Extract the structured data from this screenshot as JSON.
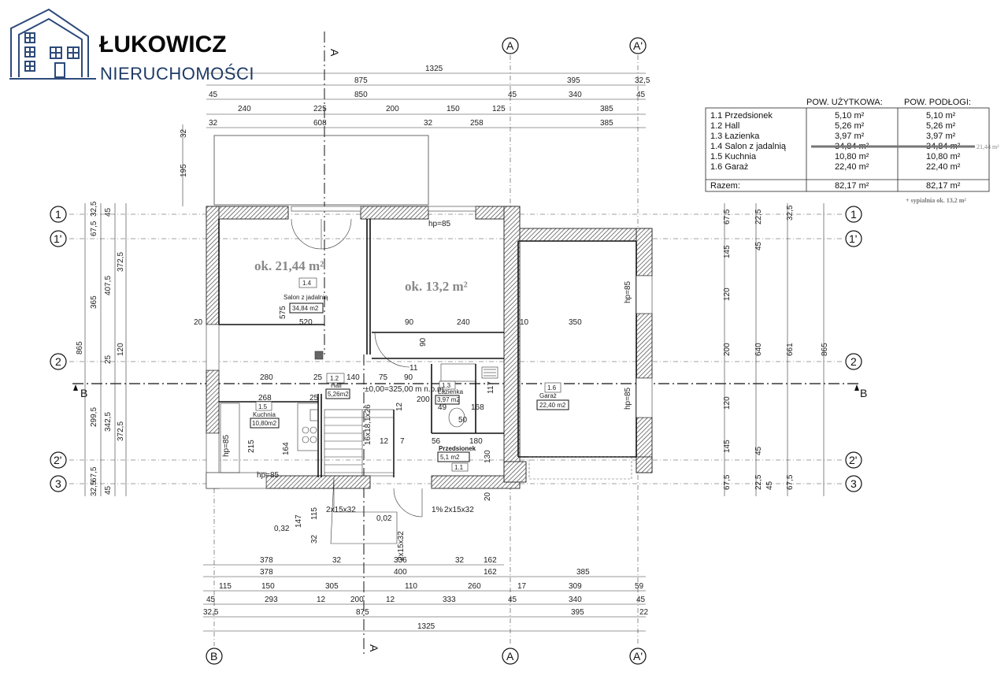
{
  "logo": {
    "name": "ŁUKOWICZ",
    "subtitle": "NIERUCHOMOŚCI",
    "icon": "house-icon"
  },
  "section_marks": {
    "top": "A",
    "bottom": "A",
    "left": "B",
    "right": "B"
  },
  "axes": {
    "top": [
      "A",
      "A'"
    ],
    "bottom": [
      "B",
      "A",
      "A'"
    ],
    "left": [
      "1",
      "1'",
      "2",
      "2'",
      "3"
    ],
    "right": [
      "1",
      "1'",
      "2",
      "2'",
      "3"
    ]
  },
  "dimensions_top": {
    "row1": [
      "1325"
    ],
    "row2": [
      "875",
      "395",
      "32,5"
    ],
    "row3": [
      "45",
      "850",
      "45",
      "340",
      "45"
    ],
    "row4": [
      "240",
      "225",
      "200",
      "150",
      "125",
      "385"
    ],
    "row5": [
      "32",
      "608",
      "32",
      "258",
      "385"
    ]
  },
  "dimensions_bottom": {
    "row1": [
      "378",
      "32",
      "336",
      "32",
      "162"
    ],
    "row2": [
      "378",
      "400",
      "162",
      "385"
    ],
    "row3": [
      "115",
      "150",
      "305",
      "110",
      "260",
      "17",
      "309",
      "59"
    ],
    "row4": [
      "45",
      "293",
      "12",
      "200",
      "12",
      "333",
      "45",
      "340",
      "45"
    ],
    "row5": [
      "32,5",
      "875",
      "22"
    ],
    "row6": [
      "1325"
    ]
  },
  "dimensions_left": [
    "67,5",
    "32,5",
    "45",
    "365",
    "407,5",
    "372,5",
    "865",
    "120",
    "25",
    "299,5",
    "342,5",
    "372,5",
    "67,5",
    "32,5",
    "45",
    "195",
    "32"
  ],
  "dimensions_right": [
    "67,5",
    "22,5",
    "45",
    "145",
    "120",
    "200",
    "640",
    "661",
    "865",
    "120",
    "145",
    "45",
    "67,5",
    "22,5",
    "45",
    "67,5",
    "32,5"
  ],
  "rooms": {
    "salon": {
      "num": "1.4",
      "name": "Salon z jadalnią",
      "area": "34,84 m2",
      "note": "ok. 21,44 m²"
    },
    "bedroom": {
      "note": "ok. 13,2 m²"
    },
    "garaz": {
      "num": "1.6",
      "name": "Garaż",
      "area": "22,40 m2"
    },
    "hall": {
      "num": "1.2",
      "name": "Hall",
      "area": "5,26m2"
    },
    "kuchnia": {
      "num": "1.5",
      "name": "Kuchnia",
      "area": "10,80m2"
    },
    "lazienka": {
      "num": "1.3",
      "name": "Łazienka",
      "area": "3,97 m2"
    },
    "przedsionek": {
      "num": "1.1",
      "name": "Przedsionek",
      "area": "5,1 m2"
    }
  },
  "plan_labels": [
    "520",
    "575",
    "20",
    "90",
    "240",
    "10",
    "350",
    "280",
    "25",
    "140",
    "75",
    "90",
    "11",
    "268",
    "25",
    "215",
    "164",
    "12",
    "56",
    "180",
    "168",
    "117",
    "49",
    "50",
    "200",
    "12",
    "7",
    "90",
    "130",
    "20",
    "147",
    "115",
    "32",
    "2x15x32",
    "16x18,1x26",
    "1%",
    "0,32",
    "0,02",
    "hp=85",
    "hp=85",
    "hp=85",
    "hp=85",
    "hp=85",
    "±0,00=325,00 m n.p.m.",
    "2x15x32",
    "2x15x32"
  ],
  "area_table": {
    "headers": [
      "POW. UŻYTKOWA:",
      "POW. PODŁOGI:"
    ],
    "rows": [
      {
        "name": "1.1 Przedsionek",
        "usable": "5,10 m²",
        "floor": "5,10 m²"
      },
      {
        "name": "1.2 Hall",
        "usable": "5,26 m²",
        "floor": "5,26 m²"
      },
      {
        "name": "1.3 Łazienka",
        "usable": "3,97 m²",
        "floor": "3,97 m²"
      },
      {
        "name": "1.4 Salon z jadalnią",
        "usable": "34,84 m²",
        "floor": "34,84 m²"
      },
      {
        "name": "1.5 Kuchnia",
        "usable": "10,80 m²",
        "floor": "10,80 m²"
      },
      {
        "name": "1.6 Garaż",
        "usable": "22,40 m²",
        "floor": "22,40 m²"
      }
    ],
    "total": {
      "name": "Razem:",
      "usable": "82,17 m²",
      "floor": "82,17 m²"
    },
    "correction": "21,44 m²",
    "footnote": "+ sypialnia ok. 13,2 m²"
  }
}
